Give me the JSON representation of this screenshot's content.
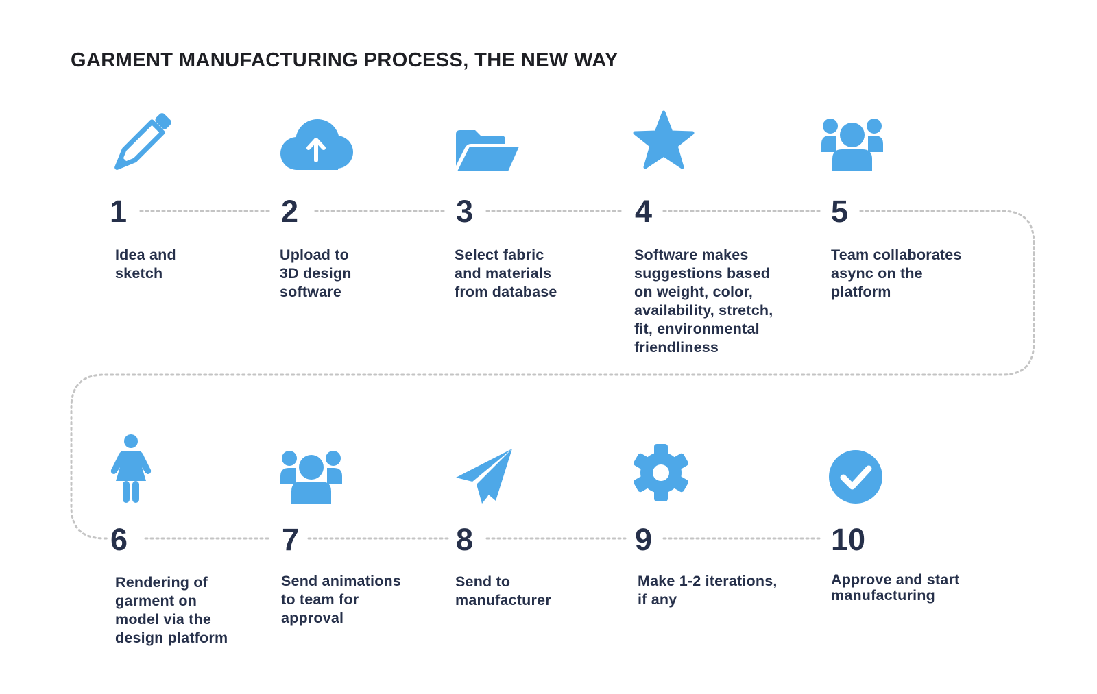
{
  "title": "GARMENT MANUFACTURING PROCESS, THE NEW WAY",
  "accent_color": "#4ea8e8",
  "text_color": "#26304a",
  "connector_color": "#c4c4c4",
  "steps": [
    {
      "number": "1",
      "icon": "pencil-icon",
      "lines": [
        "Idea and",
        "sketch"
      ]
    },
    {
      "number": "2",
      "icon": "cloud-upload-icon",
      "lines": [
        "Upload to",
        "3D design",
        "software"
      ]
    },
    {
      "number": "3",
      "icon": "folder-open-icon",
      "lines": [
        "Select fabric",
        "and materials",
        "from database"
      ]
    },
    {
      "number": "4",
      "icon": "star-icon",
      "lines": [
        "Software makes",
        "suggestions based",
        "on weight, color,",
        "availability, stretch,",
        "fit, environmental",
        "friendliness"
      ]
    },
    {
      "number": "5",
      "icon": "team-icon",
      "lines": [
        "Team collaborates",
        "async on the",
        "platform"
      ]
    },
    {
      "number": "6",
      "icon": "female-figure-icon",
      "lines": [
        "Rendering of",
        "garment on",
        "model via the",
        "design platform"
      ]
    },
    {
      "number": "7",
      "icon": "team-icon",
      "lines": [
        "Send animations",
        "to team for",
        "approval"
      ]
    },
    {
      "number": "8",
      "icon": "paper-plane-icon",
      "lines": [
        "Send to",
        "manufacturer"
      ]
    },
    {
      "number": "9",
      "icon": "gear-icon",
      "lines": [
        "Make 1-2 iterations,",
        "if any"
      ]
    },
    {
      "number": "10",
      "icon": "check-circle-icon",
      "lines": [
        "Approve and start",
        "manufacturing"
      ]
    }
  ]
}
